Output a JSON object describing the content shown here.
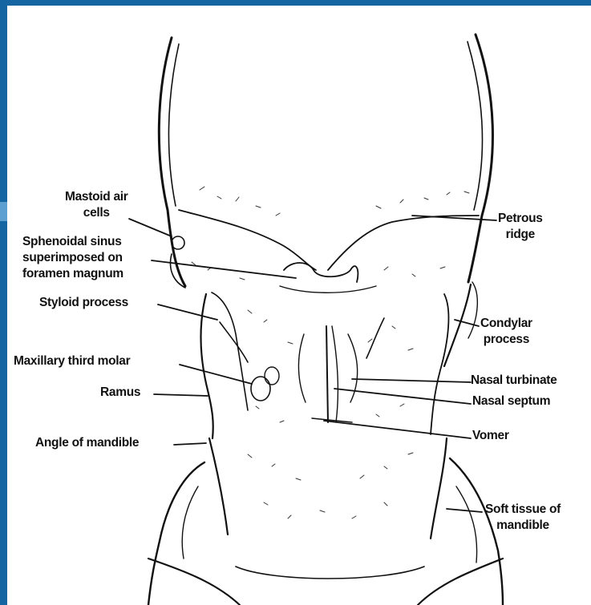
{
  "colors": {
    "frame_border": "#1565a3",
    "background": "#ffffff",
    "ink": "#111111"
  },
  "labels": {
    "mastoid_air_cells": [
      "Mastoid air",
      "cells"
    ],
    "sphenoidal_sinus": [
      "Sphenoidal sinus",
      "superimposed on",
      "foramen magnum"
    ],
    "styloid_process": "Styloid process",
    "maxillary_third_molar": "Maxillary third molar",
    "ramus": "Ramus",
    "angle_of_mandible": "Angle of mandible",
    "petrous_ridge": [
      "Petrous",
      "ridge"
    ],
    "condylar_process": [
      "Condylar",
      "process"
    ],
    "nasal_turbinate": "Nasal turbinate",
    "nasal_septum": "Nasal septum",
    "vomer": "Vomer",
    "soft_tissue_of_mandible": [
      "Soft tissue of",
      "mandible"
    ]
  }
}
